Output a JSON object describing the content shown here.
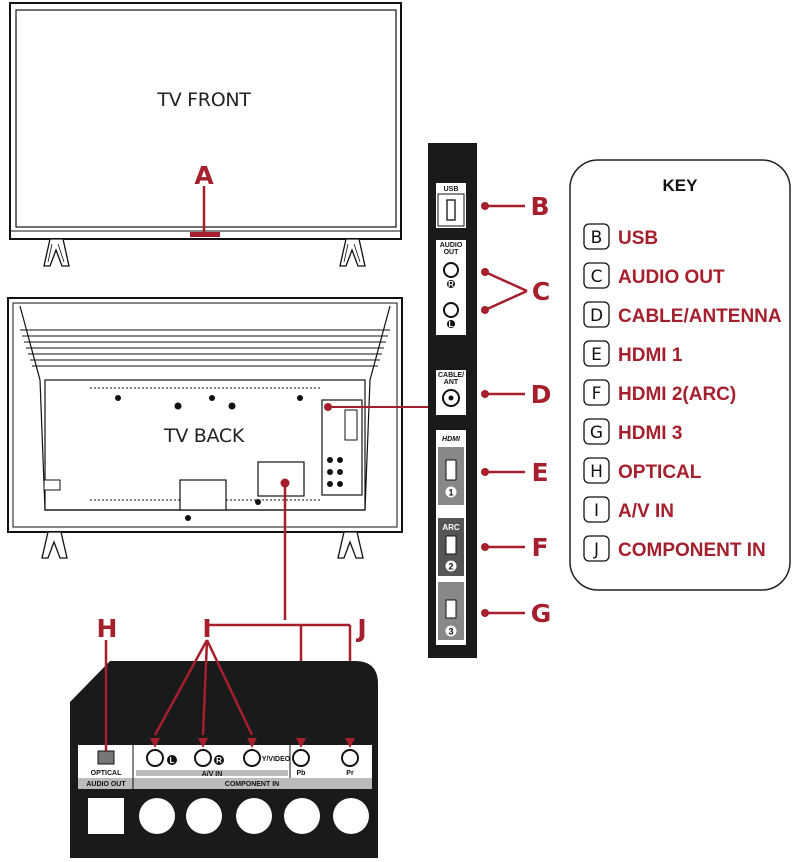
{
  "labels": {
    "tv_front": "TV FRONT",
    "tv_back": "TV BACK"
  },
  "callouts": {
    "A": "A",
    "B": "B",
    "C": "C",
    "D": "D",
    "E": "E",
    "F": "F",
    "G": "G",
    "H": "H",
    "I": "I",
    "J": "J"
  },
  "side_panel": {
    "usb": "USB",
    "audio_out_1": "AUDIO",
    "audio_out_2": "OUT",
    "r": "R",
    "l": "L",
    "cable_1": "CABLE/",
    "cable_2": "ANT",
    "hdmi_logo": "HDMI",
    "hdmi1_num": "1",
    "arc": "ARC",
    "hdmi2_num": "2",
    "hdmi3_num": "3"
  },
  "key": {
    "title": "KEY",
    "items": [
      {
        "letter": "B",
        "text": "USB"
      },
      {
        "letter": "C",
        "text": "AUDIO OUT"
      },
      {
        "letter": "D",
        "text": "CABLE/ANTENNA"
      },
      {
        "letter": "E",
        "text": "HDMI 1"
      },
      {
        "letter": "F",
        "text": "HDMI 2(ARC)"
      },
      {
        "letter": "G",
        "text": "HDMI 3"
      },
      {
        "letter": "H",
        "text": "OPTICAL"
      },
      {
        "letter": "I",
        "text": "A/V IN"
      },
      {
        "letter": "J",
        "text": "COMPONENT IN"
      }
    ]
  },
  "bottom_panel": {
    "optical": "OPTICAL",
    "audio_out": "AUDIO OUT",
    "l": "L",
    "r": "R",
    "y_video": "Y/VIDEO",
    "av_in": "A/V IN",
    "pb": "Pb",
    "pr": "Pr",
    "component_in": "COMPONENT IN"
  },
  "colors": {
    "accent": "#a51f2d",
    "panel": "#1a1a1a"
  }
}
